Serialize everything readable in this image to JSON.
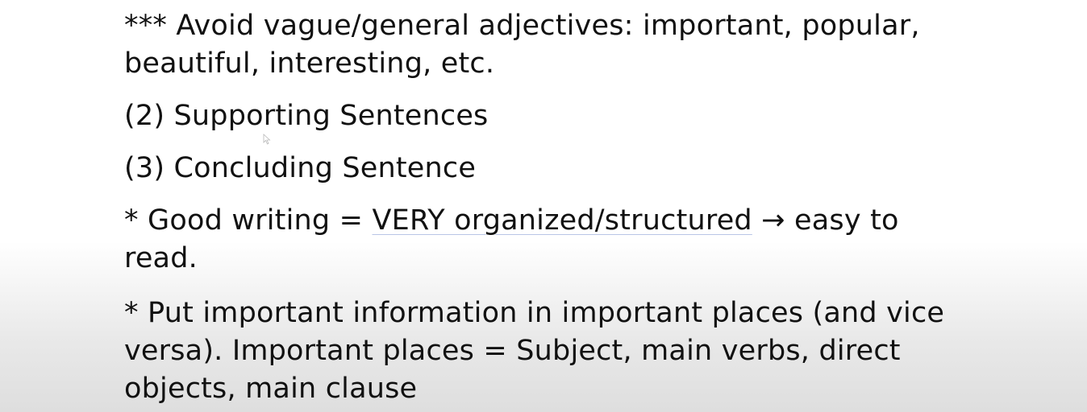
{
  "slide": {
    "line1": "*** Avoid vague/general adjectives: important, popular, beautiful, interesting, etc.",
    "line2": "(2) Supporting Sentences",
    "line3": "(3) Concluding Sentence",
    "line4_prefix": "* Good writing = ",
    "line4_underlined": "VERY organized/structured",
    "line4_suffix": " → easy to read.",
    "line5": "* Put important information in important places (and vice versa). Important places = Subject, main verbs, direct objects, main clause"
  },
  "cursor_icon": "mouse-pointer-icon"
}
